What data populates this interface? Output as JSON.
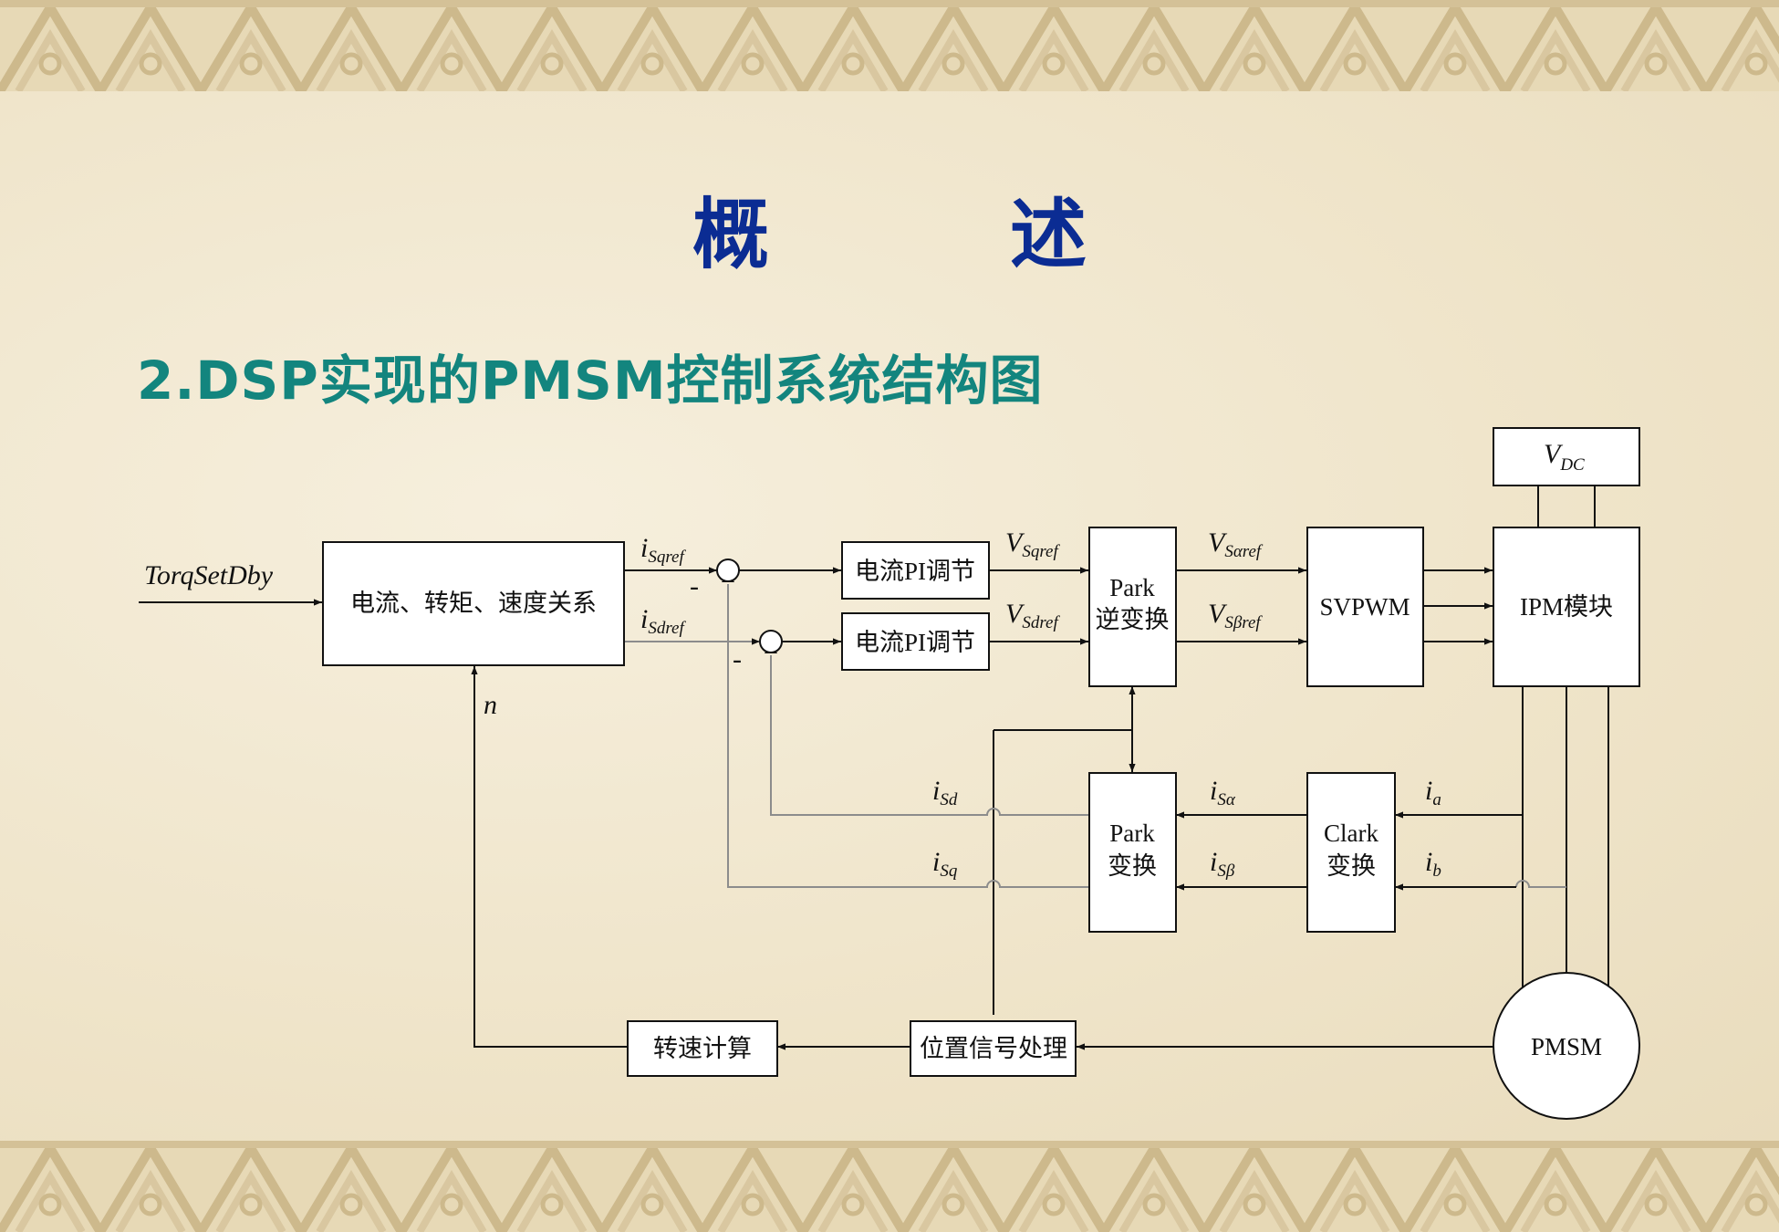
{
  "slide": {
    "title": "概　述",
    "subtitle": "2.DSP实现的PMSM控制系统结构图"
  },
  "colors": {
    "title": "#0b2c93",
    "subtitle": "#13857e",
    "background": "#f2e9d3",
    "border_band": "#d6c49c"
  },
  "diagram": {
    "blocks": {
      "relation": "电流、转矩、速度关系",
      "pi1": "电流PI调节",
      "pi2": "电流PI调节",
      "park_inv_l1": "Park",
      "park_inv_l2": "逆变换",
      "svpwm": "SVPWM",
      "ipm": "IPM模块",
      "vdc_main": "V",
      "vdc_sub": "DC",
      "park_l1": "Park",
      "park_l2": "变换",
      "clark_l1": "Clark",
      "clark_l2": "变换",
      "speed_calc": "转速计算",
      "pos_proc": "位置信号处理",
      "pmsm": "PMSM"
    },
    "signals": {
      "torq": "TorqSetDby",
      "isqref_main": "i",
      "isqref_sub": "Sqref",
      "isdref_main": "i",
      "isdref_sub": "Sdref",
      "minus1": "-",
      "minus2": "-",
      "vsqref_main": "V",
      "vsqref_sub": "Sqref",
      "vsdref_main": "V",
      "vsdref_sub": "Sdref",
      "vsaref_main": "V",
      "vsaref_sub": "Sαref",
      "vsbref_main": "V",
      "vsbref_sub": "Sβref",
      "n": "n",
      "isd_main": "i",
      "isd_sub": "Sd",
      "isq_main": "i",
      "isq_sub": "Sq",
      "isa_main": "i",
      "isa_sub": "Sα",
      "isb_main": "i",
      "isb_sub": "Sβ",
      "ia_main": "i",
      "ia_sub": "a",
      "ib_main": "i",
      "ib_sub": "b"
    }
  }
}
